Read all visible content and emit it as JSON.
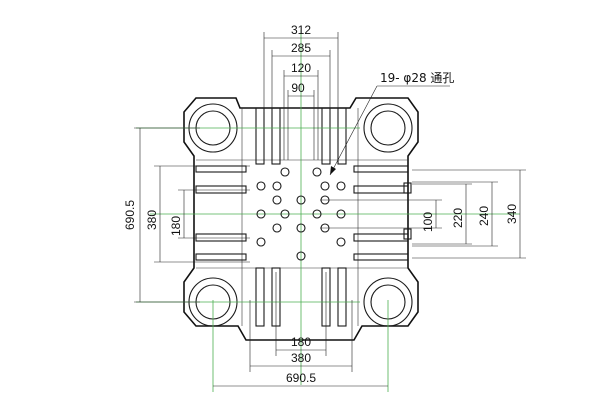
{
  "drawing": {
    "note": "19- φ28 通孔",
    "dims_top": [
      "312",
      "285",
      "120",
      "90"
    ],
    "dims_bottom": [
      "180",
      "380",
      "690.5"
    ],
    "dims_left": [
      "690.5",
      "380",
      "180"
    ],
    "dims_right": [
      "100",
      "220",
      "240",
      "340"
    ],
    "colors": {
      "line": "#1a1a1a",
      "center_line": "#4caf50"
    }
  }
}
